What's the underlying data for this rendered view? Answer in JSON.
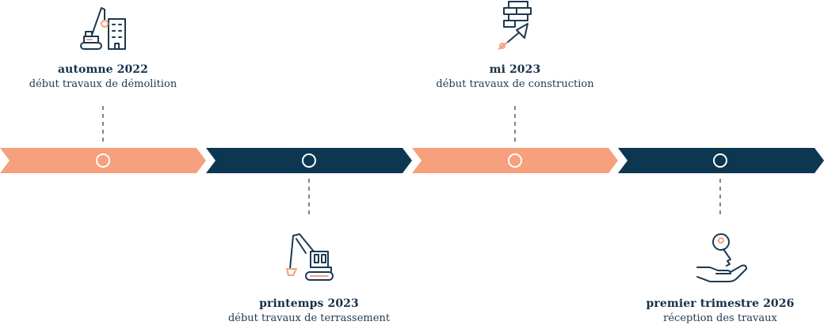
{
  "colors": {
    "orange": "#f7a07d",
    "navy": "#0d3650",
    "line": "#2b4a60"
  },
  "milestones": [
    {
      "title": "automne 2022",
      "description": "début travaux de démolition",
      "icon": "demolition-crane-icon",
      "color": "orange",
      "position": "top"
    },
    {
      "title": "printemps 2023",
      "description": "début travaux de terrassement",
      "icon": "excavator-icon",
      "color": "navy",
      "position": "bottom"
    },
    {
      "title": "mi 2023",
      "description": "début travaux de construction",
      "icon": "brick-trowel-icon",
      "color": "orange",
      "position": "top"
    },
    {
      "title": "premier trimestre 2026",
      "description": "réception des travaux",
      "icon": "key-hand-icon",
      "color": "navy",
      "position": "bottom"
    }
  ]
}
